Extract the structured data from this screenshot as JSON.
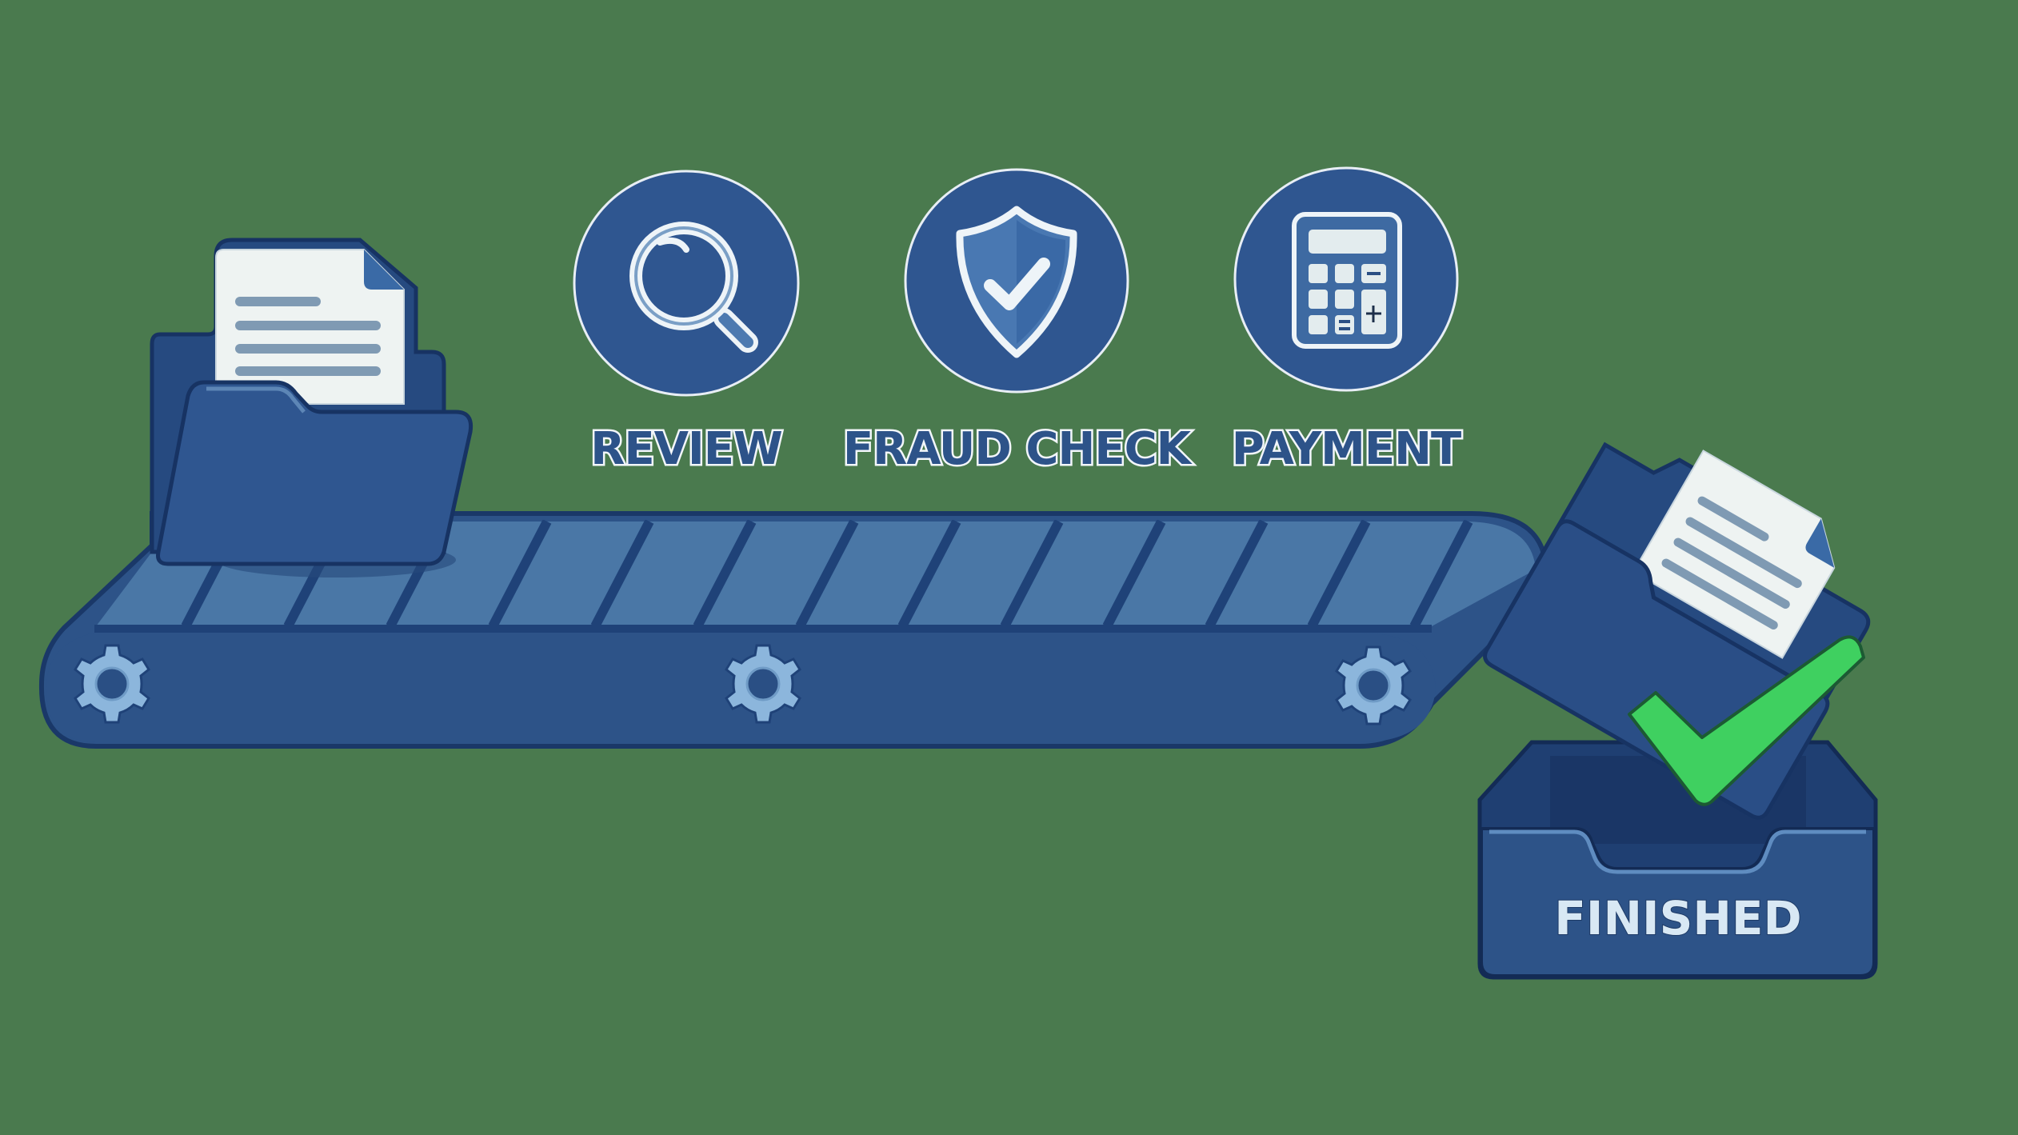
{
  "diagram": {
    "description": "Document processing conveyor: a document in a folder travels along a conveyor belt through Review, Fraud Check and Payment stages and lands in the Finished tray.",
    "stages": [
      {
        "label": "REVIEW",
        "icon": "magnifying-glass-icon"
      },
      {
        "label": "FRAUD CHECK",
        "icon": "shield-check-icon"
      },
      {
        "label": "PAYMENT",
        "icon": "calculator-icon"
      }
    ],
    "input": {
      "icon": "folder-with-document-icon"
    },
    "conveyor": {
      "gears": 3,
      "icon": "gear-icon"
    },
    "output": {
      "label": "FINISHED",
      "icon": "inbox-tray-icon",
      "status_icon": "green-checkmark-icon"
    }
  },
  "colors": {
    "background": "#4a7a4e",
    "navy": "#2d5388",
    "navy_dark": "#1f4278",
    "belt_surface": "#4a77a6",
    "paper": "#eef3f2",
    "gear": "#8cb6dc",
    "check_green": "#3fd060",
    "label_text": "#2d5389"
  }
}
